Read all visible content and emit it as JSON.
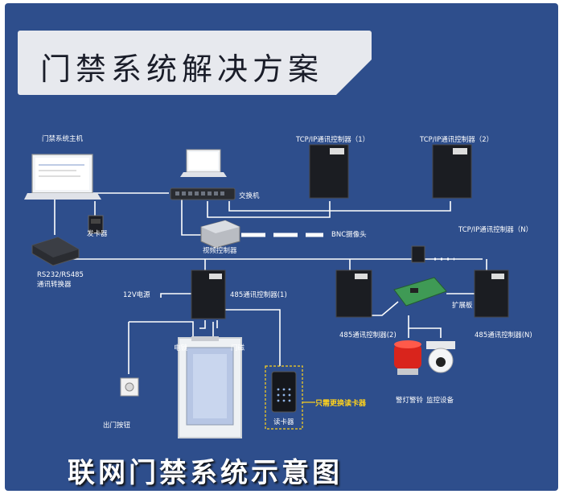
{
  "title": "门禁系统解决方案",
  "footer_title": "联网门禁系统示意图",
  "colors": {
    "background": "#2e4e8c",
    "lines": "#ffffff",
    "highlight": "#ffd21c",
    "device": "#1b1d22"
  },
  "labels": {
    "host": "门禁系统主机",
    "switch": "交换机",
    "card_issuer": "发卡器",
    "converter": "RS232/RS485\n通讯转换器",
    "video_controller": "视频控制器",
    "bnc_camera": "BNC摄像头",
    "tcpip1": "TCP/IP通讯控制器（1）",
    "tcpip2": "TCP/IP通讯控制器（2）",
    "tcpipN": "TCP/IP通讯控制器（N）",
    "power12v": "12V电源",
    "ctrl485_1": "485通讯控制器(1)",
    "ctrl485_2": "485通讯控制器(2)",
    "ctrl485_N": "485通讯控制器(N)",
    "expansion": "扩展板",
    "elock": "电锁",
    "door_mag": "门磁",
    "exit_button": "出门按钮",
    "reader": "读卡器",
    "reader_note": "只需更换读卡器",
    "alarm": "警灯警铃",
    "monitor": "监控设备"
  }
}
